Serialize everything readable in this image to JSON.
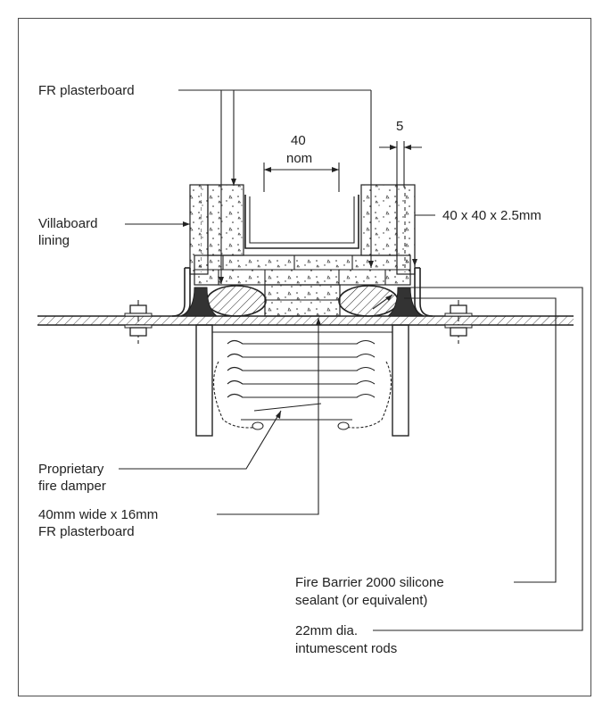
{
  "labels": {
    "fr_plasterboard": "FR plasterboard",
    "dim_gap": "5",
    "dim_width_top": "40",
    "dim_width_bottom": "nom",
    "villaboard_1": "Villaboard",
    "villaboard_2": "lining",
    "angle": "40 x 40 x 2.5mm",
    "damper_1": "Proprietary",
    "damper_2": "fire damper",
    "strip_1": "40mm wide x 16mm",
    "strip_2": "FR plasterboard",
    "sealant_1": "Fire Barrier 2000 silicone",
    "sealant_2": "sealant (or equivalent)",
    "rods_1": "22mm dia.",
    "rods_2": "intumescent rods"
  },
  "colors": {
    "line": "#222222",
    "border": "#4d4d4d",
    "background": "#ffffff"
  }
}
